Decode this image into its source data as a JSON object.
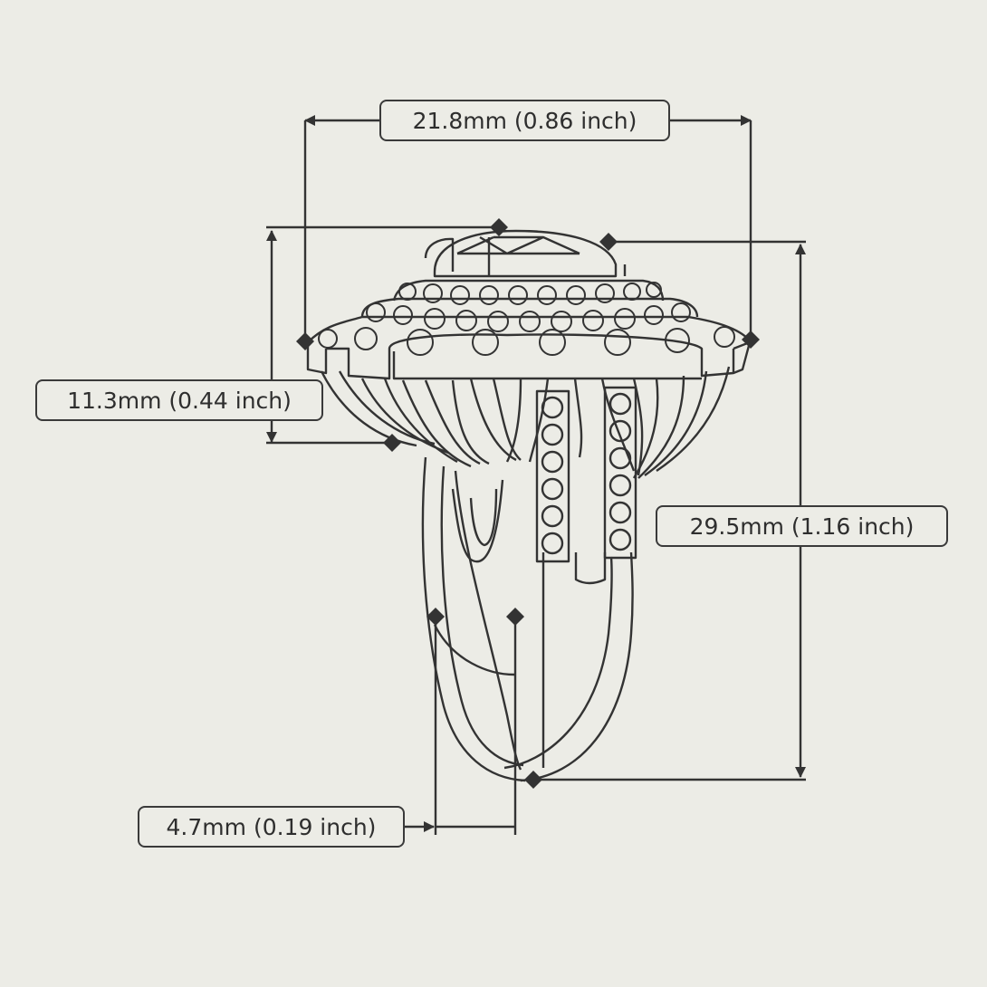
{
  "dimensions": {
    "width": "21.8mm (0.86 inch)",
    "top_height": "11.3mm (0.44 inch)",
    "total_height": "29.5mm (1.16 inch)",
    "band_width": "4.7mm (0.19 inch)"
  },
  "colors": {
    "background": "#ecece6",
    "line": "#333333",
    "text": "#2e2e2e"
  },
  "icons": {
    "dimension_marker": "diamond-marker-icon",
    "arrow": "arrowhead-icon"
  }
}
